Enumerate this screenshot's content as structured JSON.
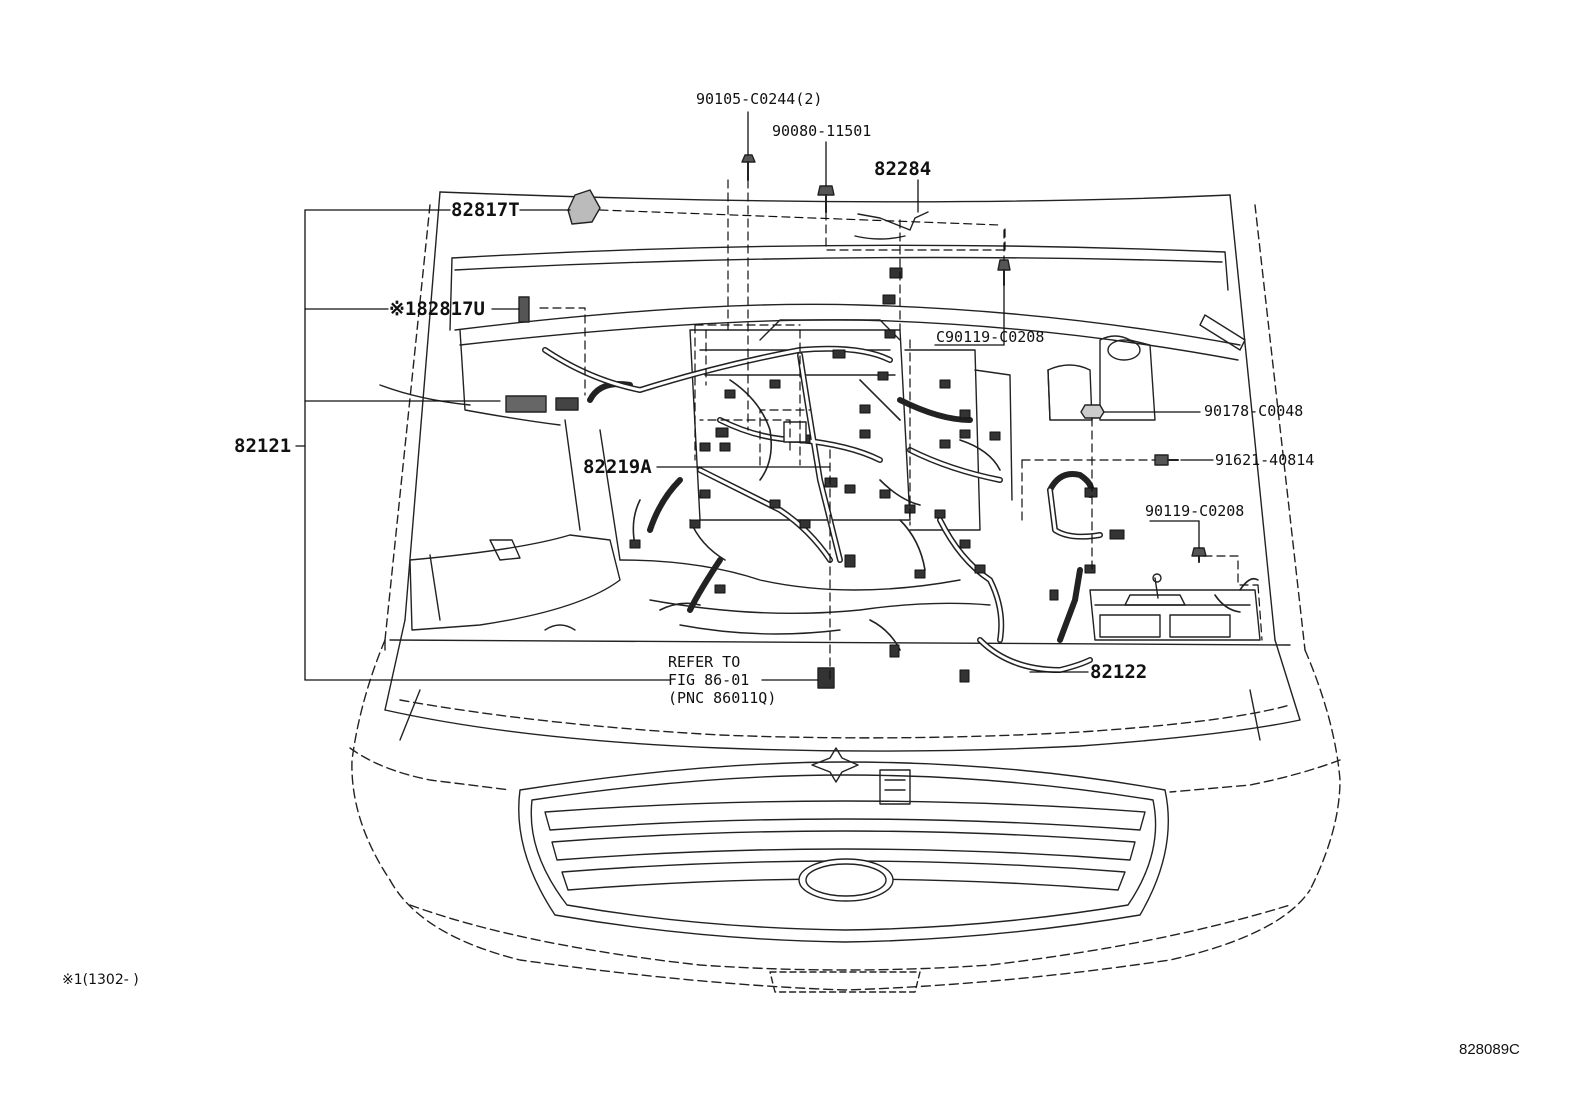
{
  "diagram": {
    "labels": {
      "p90105": "90105-C0244(2)",
      "p90080": "90080-11501",
      "p82284": "82284",
      "p82817T": "82817T",
      "p82817U": "※182817U",
      "p90119a": "C90119-C0208",
      "p90178": "90178-C0048",
      "p91621": "91621-40814",
      "p90119b": "90119-C0208",
      "p82121": "82121",
      "p82219A": "82219A",
      "refer1": "REFER TO",
      "refer2": "FIG 86-01",
      "refer3": "(PNC 86011Q)",
      "p82122": "82122"
    },
    "footnote": "※1(1302-     )",
    "figure_id": "828089C"
  }
}
